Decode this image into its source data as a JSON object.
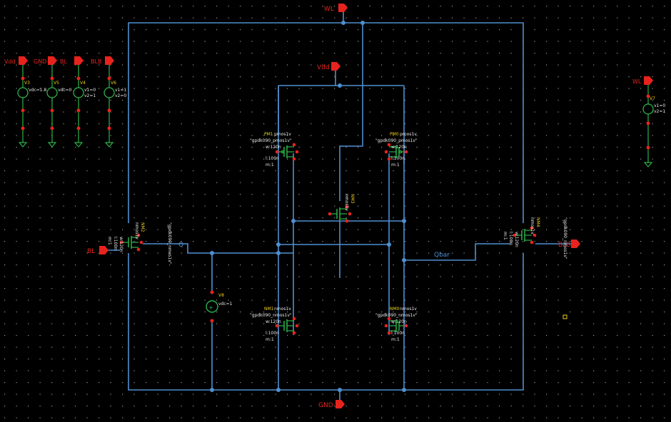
{
  "colors": {
    "background": "#000000",
    "grid": "#9a9a9a",
    "wire": "#4f8fd0",
    "instance": "#2bb34a",
    "pin": "#e8231d",
    "pin_label": "#e8231d",
    "inst_label": "#f0d21b",
    "net_label": "#4f8fd0",
    "param_label": "#e8e8e8"
  },
  "pins": {
    "wl_top": "WL",
    "vdd_top": "Vdd",
    "gnd_bottom": "GND",
    "bl_left": "BL",
    "blb_right": "BLB",
    "vdd_src": "Vdd",
    "gnd_src": "GND",
    "bl_src": "BL",
    "blb_src": "BLB",
    "wl_src": "WL"
  },
  "nets": {
    "q": "Q",
    "qbar": "Qbar"
  },
  "sources": {
    "v_vdd": {
      "name": "V3",
      "params": [
        "vdc=1.8"
      ]
    },
    "v_gnd": {
      "name": "V5",
      "params": [
        "vdc=0"
      ]
    },
    "v_bl": {
      "name": "V4",
      "params": [
        "v1=0",
        "v2=1"
      ]
    },
    "v_blb": {
      "name": "V6",
      "params": [
        "v1=1",
        "v2=0"
      ]
    },
    "v_wl": {
      "name": "V7",
      "params": [
        "v1=0",
        "v2=1"
      ]
    },
    "v_mid": {
      "name": "V8",
      "params": [
        "vdc=1"
      ]
    }
  },
  "transistors": {
    "pm_left": {
      "name": "PM1",
      "type": "pmos1v",
      "model": "\"gpdk090_pmos1v\"",
      "w": "w:120n",
      "l": "l:100n",
      "m": "m:1"
    },
    "pm_right": {
      "name": "PM0",
      "type": "pmos1v",
      "model": "\"gpdk090_pmos1v\"",
      "w": "w:120n",
      "l": "l:100n",
      "m": "m:1"
    },
    "nm_left": {
      "name": "NM1",
      "type": "nmos1v",
      "model": "\"gpdk090_nmos1v\"",
      "w": "w:120n",
      "l": "l:100n",
      "m": "m:1"
    },
    "nm_right": {
      "name": "NM0",
      "type": "nmos1v",
      "model": "\"gpdk090_nmos1v\"",
      "w": "w:120n",
      "l": "l:100n",
      "m": "m:1"
    },
    "nm_mid": {
      "name": "NM3",
      "type": "nmos1v"
    },
    "nm_access_l": {
      "name": "NM2",
      "type": "nmos1v",
      "model": "\"gpdk090_nmos1v\"",
      "w": "w:120n",
      "l": "l:100n",
      "m": "m:1"
    },
    "nm_access_r": {
      "name": "NM4",
      "type": "nmos1v",
      "model": "\"gpdk090_nmos1v\"",
      "w": "w:120n",
      "l": "l:100n",
      "m": "m:1"
    }
  }
}
